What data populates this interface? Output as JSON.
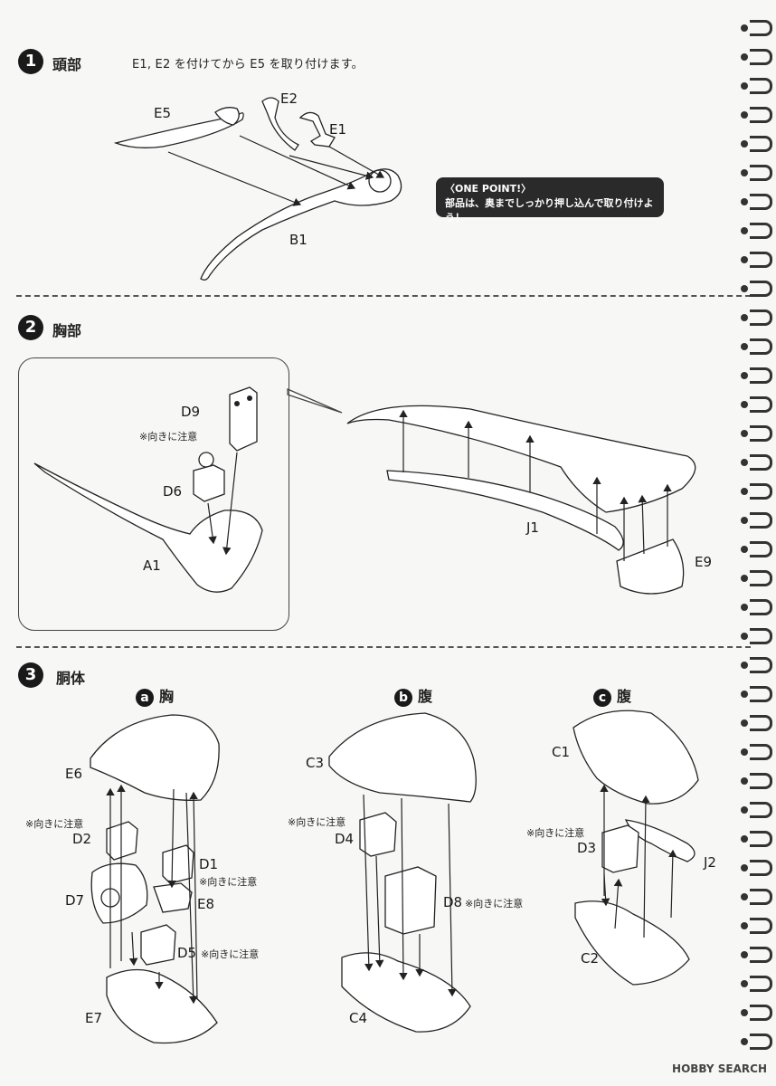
{
  "steps": [
    {
      "num": "1",
      "title": "頭部",
      "instruction": "E1, E2 を付けてから E5 を取り付けます。"
    },
    {
      "num": "2",
      "title": "胸部"
    },
    {
      "num": "3",
      "title": "胴体"
    }
  ],
  "step1": {
    "labels": {
      "e5": "E5",
      "e2": "E2",
      "e1": "E1",
      "b1": "B1"
    },
    "onepoint": {
      "heading": "〈ONE POINT!〉",
      "body": "部品は、奥までしっかり押し込んで取り付けよう！"
    }
  },
  "step2": {
    "labels": {
      "d9": "D9",
      "d6": "D6",
      "a1": "A1",
      "j1": "J1",
      "e9": "E9"
    },
    "note": "※向きに注意"
  },
  "step3": {
    "subs": [
      {
        "letter": "a",
        "title": "胸"
      },
      {
        "letter": "b",
        "title": "腹"
      },
      {
        "letter": "c",
        "title": "腹"
      }
    ],
    "labels": {
      "e6": "E6",
      "d2": "D2",
      "d1": "D1",
      "d7": "D7",
      "e8": "E8",
      "d5": "D5",
      "e7": "E7",
      "c3": "C3",
      "d4": "D4",
      "d8": "D8",
      "c4": "C4",
      "c1": "C1",
      "d3": "D3",
      "j2": "J2",
      "c2": "C2"
    },
    "note": "※向きに注意"
  },
  "footer": "HOBBY SEARCH"
}
